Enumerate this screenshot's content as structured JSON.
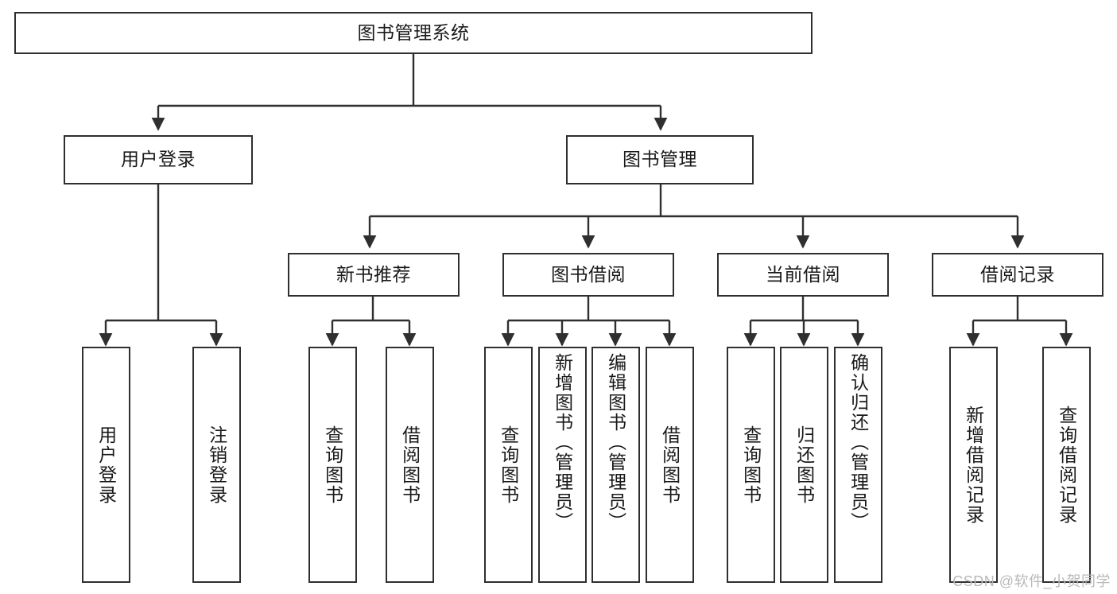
{
  "diagram": {
    "title": "图书管理系统",
    "type": "tree-hierarchy",
    "watermark": "CSDN @软件_小贺同学",
    "stroke_color": "#2f2f2f",
    "fill_color": "#ffffff",
    "nodes": {
      "root": {
        "label": "图书管理系统"
      },
      "level2": [
        {
          "label": "用户登录"
        },
        {
          "label": "图书管理"
        }
      ],
      "level3": [
        {
          "label": "新书推荐"
        },
        {
          "label": "图书借阅"
        },
        {
          "label": "当前借阅"
        },
        {
          "label": "借阅记录"
        }
      ],
      "leaves": {
        "user_login": [
          {
            "label": "用户登录"
          },
          {
            "label": "注销登录"
          }
        ],
        "new_book_recommend": [
          {
            "label": "查询图书"
          },
          {
            "label": "借阅图书"
          }
        ],
        "book_borrow": [
          {
            "label": "查询图书"
          },
          {
            "label": "新增图书（管理员）"
          },
          {
            "label": "编辑图书（管理员）"
          },
          {
            "label": "借阅图书"
          }
        ],
        "current_borrow": [
          {
            "label": "查询图书"
          },
          {
            "label": "归还图书"
          },
          {
            "label": "确认归还（管理员）"
          }
        ],
        "borrow_record": [
          {
            "label": "新增借阅记录"
          },
          {
            "label": "查询借阅记录"
          }
        ]
      }
    }
  }
}
